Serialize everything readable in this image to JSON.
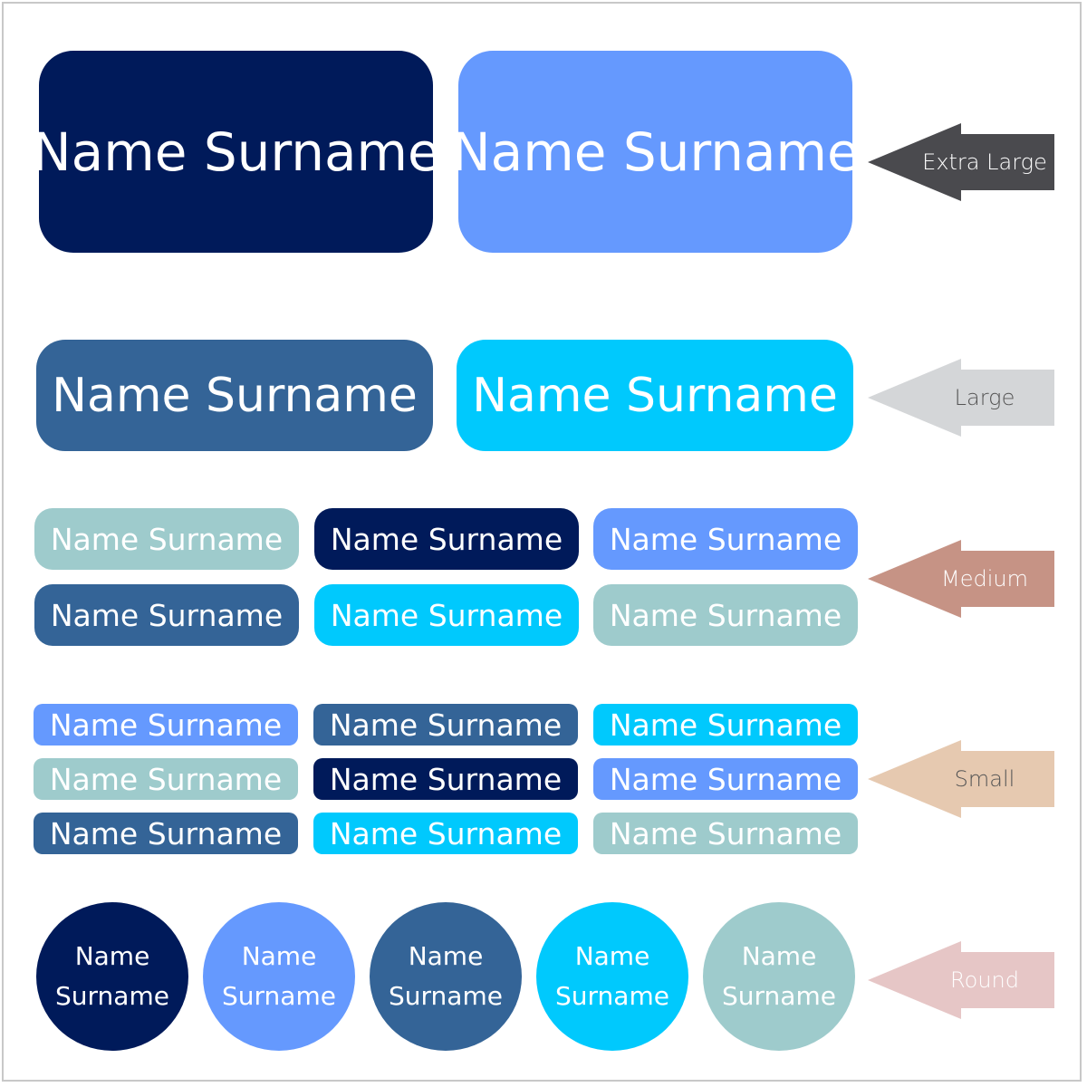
{
  "colors": {
    "navy": "#001A5A",
    "cornflower": "#6599FE",
    "steel": "#346497",
    "cyan": "#00C9FD",
    "seafoam": "#9ECBCC"
  },
  "label_text": "Name Surname",
  "round_label": {
    "line1": "Name",
    "line2": "Surname"
  },
  "sizes": {
    "extra_large": {
      "arrow_label": "Extra Large",
      "arrow_color": "#4A4A4E",
      "text_color": "#ffffff",
      "labels": [
        "Name Surname",
        "Name Surname"
      ]
    },
    "large": {
      "arrow_label": "Large",
      "arrow_color": "#D4D6D8",
      "text_color": "#555555",
      "labels": [
        "Name Surname",
        "Name Surname"
      ]
    },
    "medium": {
      "arrow_label": "Medium",
      "arrow_color": "#C69385",
      "text_color": "#ffffff",
      "labels": [
        "Name Surname",
        "Name Surname",
        "Name Surname",
        "Name Surname",
        "Name Surname",
        "Name Surname"
      ]
    },
    "small": {
      "arrow_label": "Small",
      "arrow_color": "#E6C9B0",
      "text_color": "#555555",
      "labels": [
        "Name Surname",
        "Name Surname",
        "Name Surname",
        "Name Surname",
        "Name Surname",
        "Name Surname",
        "Name Surname",
        "Name Surname",
        "Name Surname"
      ]
    },
    "round": {
      "arrow_label": "Round",
      "arrow_color": "#E6C6C6",
      "text_color": "#ffffff"
    }
  }
}
